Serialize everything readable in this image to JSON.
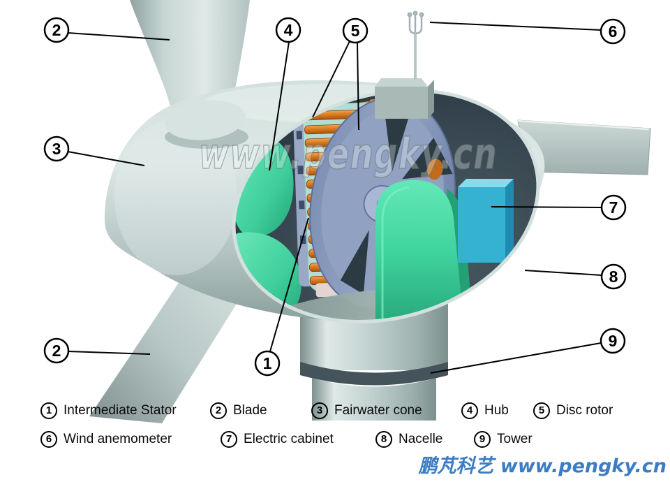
{
  "watermark": {
    "text": "www.pengky.cn"
  },
  "footer": {
    "text": "鹏芃科艺 www.pengky.cn",
    "color": "#3b7cc4"
  },
  "callouts": [
    {
      "number": "2",
      "label": "Blade"
    },
    {
      "number": "4",
      "label": "Hub"
    },
    {
      "number": "5",
      "label": "Disc rotor"
    },
    {
      "number": "6",
      "label": "Wind anemometer"
    },
    {
      "number": "3",
      "label": "Fairwater cone"
    },
    {
      "number": "7",
      "label": "Electric cabinet"
    },
    {
      "number": "8",
      "label": "Nacelle"
    },
    {
      "number": "2",
      "label": "Blade"
    },
    {
      "number": "1",
      "label": "Intermediate Stator"
    },
    {
      "number": "9",
      "label": "Tower"
    }
  ],
  "legend": {
    "items": [
      {
        "num": "1",
        "label": "Intermediate Stator"
      },
      {
        "num": "2",
        "label": "Blade"
      },
      {
        "num": "3",
        "label": "Fairwater cone"
      },
      {
        "num": "4",
        "label": "Hub"
      },
      {
        "num": "5",
        "label": "Disc rotor"
      },
      {
        "num": "6",
        "label": "Wind anemometer"
      },
      {
        "num": "7",
        "label": "Electric cabinet"
      },
      {
        "num": "8",
        "label": "Nacelle"
      },
      {
        "num": "9",
        "label": "Tower"
      }
    ]
  },
  "colors": {
    "nacelle_shell": "#c6d4d2",
    "interior_dark": "#33424a",
    "hub_green": "#4fd9a9",
    "rotor_slate": "#8c9ec0",
    "magnet_orange": "#cc6a18",
    "cabinet_cyan": "#35b2d2",
    "pedestal_teal": "#3fd49e",
    "footer_blue": "#3b7cc4"
  }
}
